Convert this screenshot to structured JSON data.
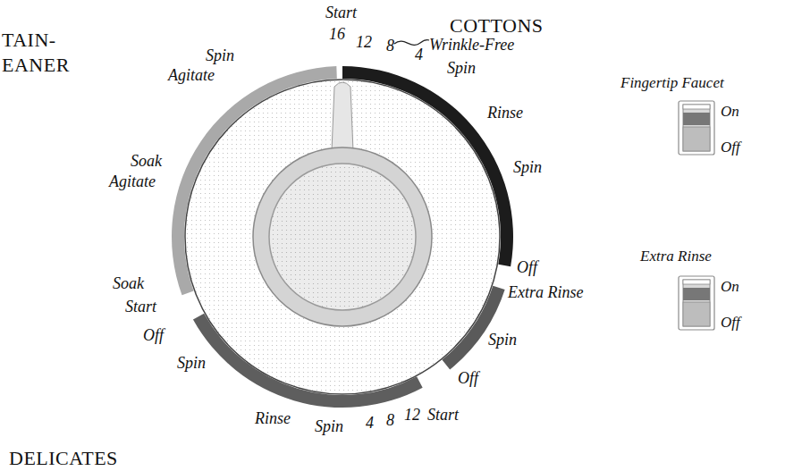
{
  "diagram": {
    "nodes": [
      {
        "text": [
          "Fingertip Faucet",
          "On",
          "Off"
        ]
      },
      {
        "text": [
          "Extra Rinse",
          "On",
          "Off"
        ]
      }
    ],
    "labels": [
      "Start",
      "16",
      "12",
      "8",
      "4",
      "COTTONS",
      "Wrinkle-Free",
      "Spin",
      "Rinse",
      "Spin",
      "Off",
      "Extra Rinse",
      "Spin",
      "Off",
      "Start",
      "12",
      "8",
      "4",
      "Spin",
      "Rinse",
      "Spin",
      "Off",
      "Start",
      "Soak",
      "Soak",
      "Agitate",
      "Agitate",
      "Spin",
      "TAIN-",
      "EANER",
      "DELICATES"
    ]
  }
}
